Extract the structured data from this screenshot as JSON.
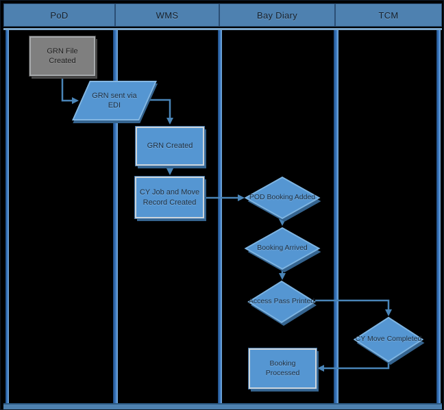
{
  "diagram": {
    "type": "swimlane-flowchart",
    "lanes": [
      {
        "label": "PoD"
      },
      {
        "label": "WMS"
      },
      {
        "label": "Bay Diary"
      },
      {
        "label": "TCM"
      }
    ],
    "nodes": [
      {
        "id": "grn-file-created",
        "label": "GRN File Created",
        "shape": "rectangle",
        "lane": "PoD"
      },
      {
        "id": "grn-sent-via-edi",
        "label": "GRN sent via EDI",
        "shape": "parallelogram",
        "lane": "PoD"
      },
      {
        "id": "grn-created",
        "label": "GRN Created",
        "shape": "rectangle",
        "lane": "WMS"
      },
      {
        "id": "cy-job-move-record-created",
        "label": "CY Job and Move Record Created",
        "shape": "rectangle",
        "lane": "WMS"
      },
      {
        "id": "pod-booking-added",
        "label": "POD Booking Added",
        "shape": "diamond",
        "lane": "Bay Diary"
      },
      {
        "id": "booking-arrived",
        "label": "Booking Arrived",
        "shape": "diamond",
        "lane": "Bay Diary"
      },
      {
        "id": "access-pass-printed",
        "label": "Access Pass Printed",
        "shape": "diamond",
        "lane": "Bay Diary"
      },
      {
        "id": "cy-move-completed",
        "label": "CY Move Completed",
        "shape": "diamond",
        "lane": "TCM"
      },
      {
        "id": "booking-processed",
        "label": "Booking Processed",
        "shape": "rectangle",
        "lane": "Bay Diary"
      }
    ],
    "edges": [
      {
        "from": "grn-file-created",
        "to": "grn-sent-via-edi"
      },
      {
        "from": "grn-sent-via-edi",
        "to": "grn-created"
      },
      {
        "from": "grn-created",
        "to": "cy-job-move-record-created"
      },
      {
        "from": "cy-job-move-record-created",
        "to": "pod-booking-added"
      },
      {
        "from": "pod-booking-added",
        "to": "booking-arrived"
      },
      {
        "from": "booking-arrived",
        "to": "access-pass-printed"
      },
      {
        "from": "access-pass-printed",
        "to": "cy-move-completed"
      },
      {
        "from": "cy-move-completed",
        "to": "booking-processed"
      }
    ],
    "colors": {
      "header_fill": "#4e81b0",
      "node_blue": "#5596d2",
      "node_gray": "#7f7f7f",
      "connector": "#4a85b8",
      "lane_line": "#3b79c4",
      "background": "#000000"
    }
  }
}
